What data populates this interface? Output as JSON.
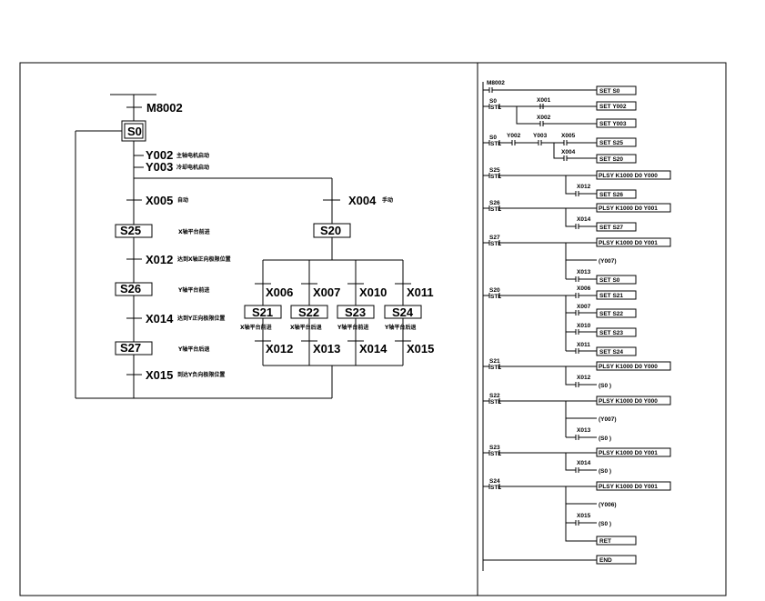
{
  "sfc": {
    "initial_transition": "M8002",
    "initial_step": "S0",
    "init_outputs": [
      {
        "label": "Y002",
        "desc": "主轴电机启动"
      },
      {
        "label": "Y003",
        "desc": "冷却电机启动"
      }
    ],
    "left_branch": {
      "entry": {
        "label": "X005",
        "desc": "自动"
      },
      "steps": [
        {
          "step": "S25",
          "desc": "X轴平台前进",
          "trans": "X012",
          "trans_desc": "达到X轴正向极限位置"
        },
        {
          "step": "S26",
          "desc": "Y轴平台前进",
          "trans": "X014",
          "trans_desc": "达到Y正向极限位置"
        },
        {
          "step": "S27",
          "desc": "Y轴平台后退",
          "trans": "X015",
          "trans_desc": "到达Y负向极限位置"
        }
      ]
    },
    "right_branch": {
      "entry": {
        "label": "X004",
        "desc": "手动"
      },
      "step": "S20",
      "sub": [
        {
          "in": "X006",
          "step": "S21",
          "desc": "X轴平台前进",
          "out": "X012"
        },
        {
          "in": "X007",
          "step": "S22",
          "desc": "X轴平台后退",
          "out": "X013"
        },
        {
          "in": "X010",
          "step": "S23",
          "desc": "Y轴平台前进",
          "out": "X014"
        },
        {
          "in": "X011",
          "step": "S24",
          "desc": "Y轴平台后退",
          "out": "X015"
        }
      ]
    }
  },
  "ladder": {
    "stl": "STL",
    "labels": {
      "m8002": "M8002",
      "s0": "S0",
      "x001": "X001",
      "x002": "X002",
      "y002": "Y002",
      "y003": "Y003",
      "x005": "X005",
      "x004": "X004",
      "s25": "S25",
      "x012": "X012",
      "s26": "S26",
      "x014": "X014",
      "s27": "S27",
      "x013": "X013",
      "s20": "S20",
      "x006": "X006",
      "x007": "X007",
      "x010": "X010",
      "x011": "X011",
      "s21": "S21",
      "s22": "S22",
      "s23": "S23",
      "s24": "S24",
      "x015": "X015"
    },
    "instr": {
      "set_s0": "SET  S0",
      "set_y002": "SET  Y002",
      "set_y003": "SET  Y003",
      "set_s25": "SET  S25",
      "set_s20": "SET  S20",
      "set_s26": "SET  S26",
      "set_s27": "SET  S27",
      "set_s21": "SET  S21",
      "set_s22": "SET  S22",
      "set_s23": "SET  S23",
      "set_s24": "SET  S24",
      "plsy_y000": "PLSY  K1000  D0  Y000",
      "plsy_y001": "PLSY  K1000  D0  Y001",
      "out_y007": "(Y007)",
      "out_y006": "(Y006)",
      "out_s0": "(S0    )",
      "ret": "RET",
      "end": "END"
    }
  }
}
